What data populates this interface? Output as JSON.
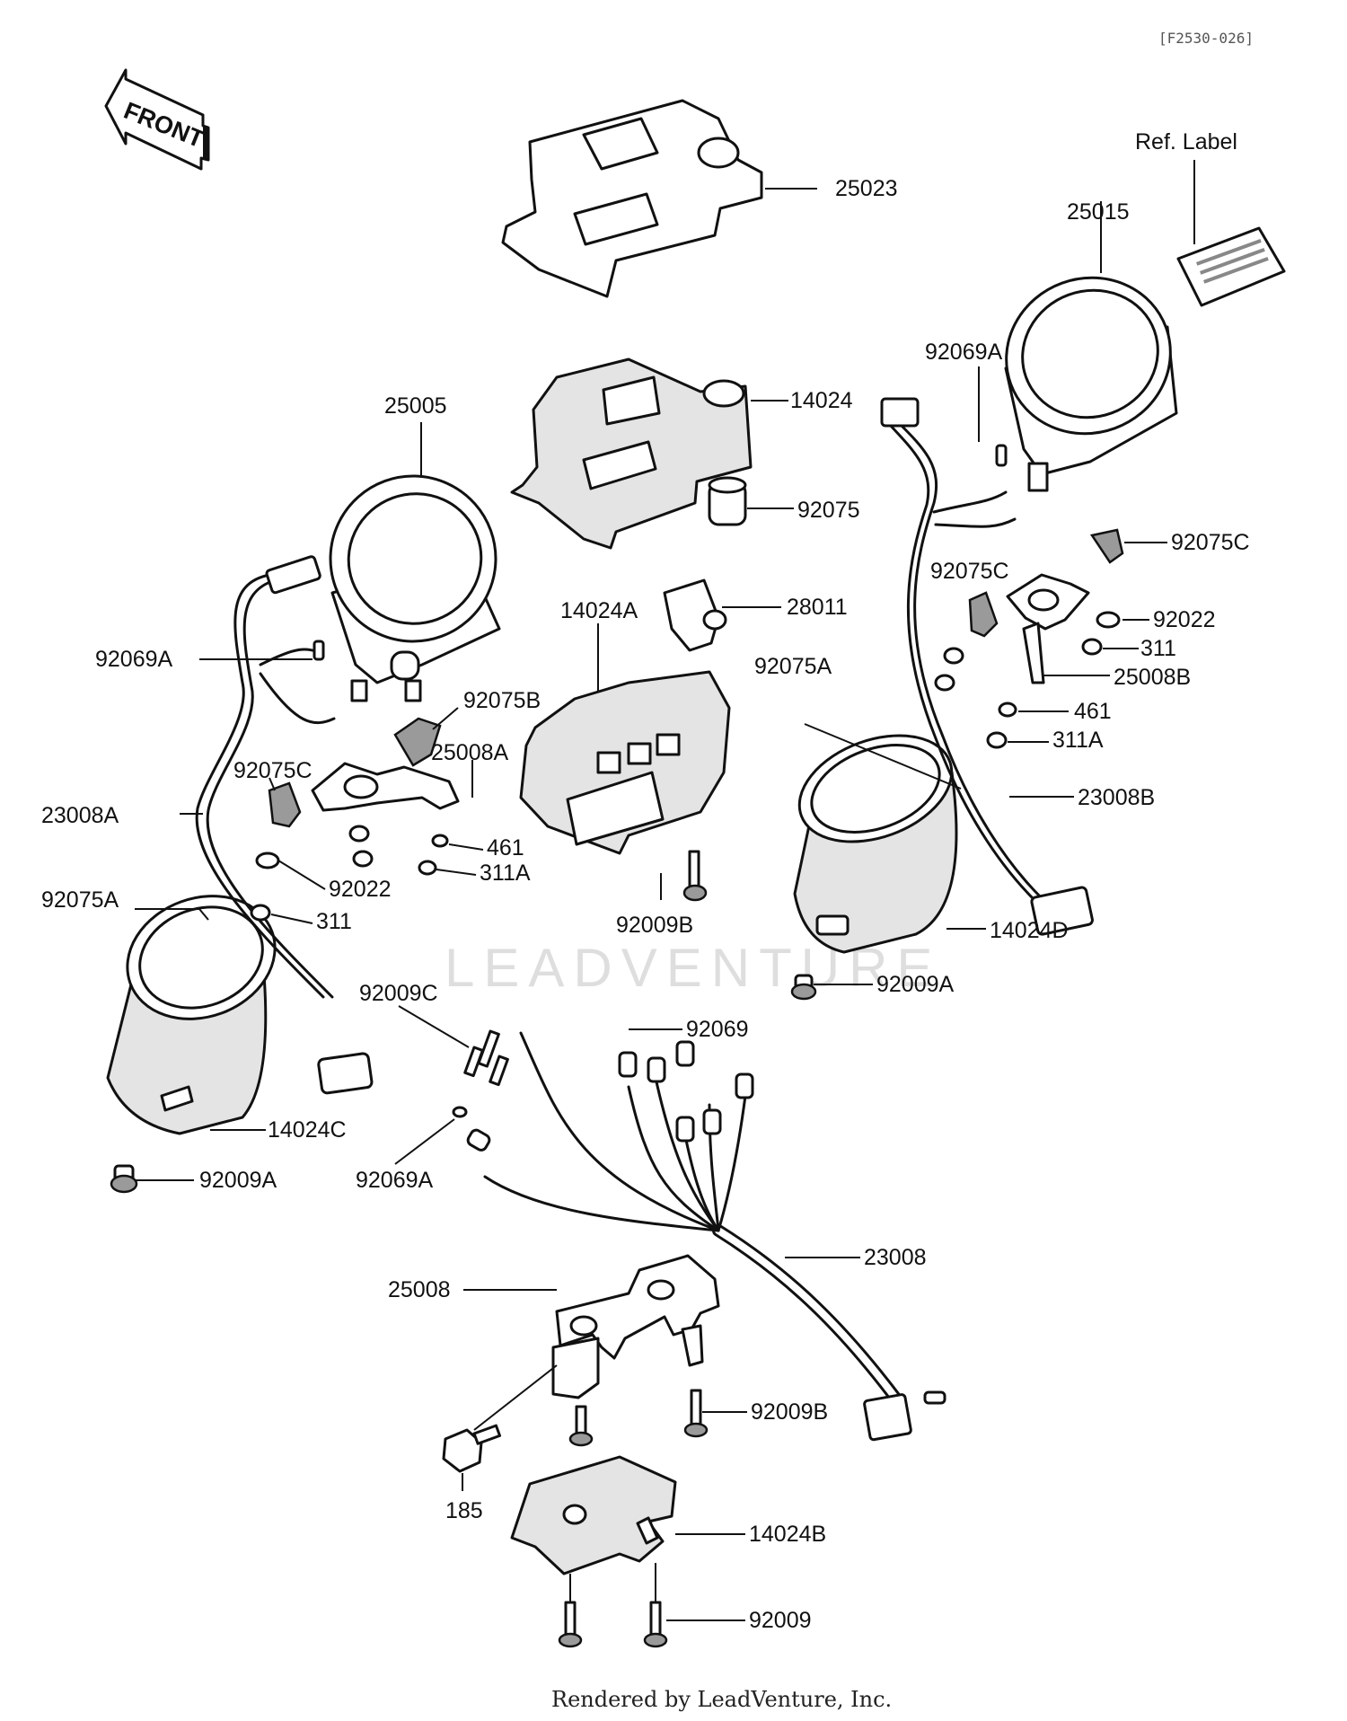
{
  "diagram_code": "[F2530-026]",
  "front_label": "FRONT",
  "ref_label": "Ref. Label",
  "watermark": "LEADVENTURE",
  "footer": "Rendered by LeadVenture, Inc.",
  "parts": {
    "p25023": "25023",
    "p25015": "25015",
    "p14024": "14024",
    "p92069A_r": "92069A",
    "p25005": "25005",
    "p92075": "92075",
    "p92075C_r": "92075C",
    "p92075C_rb": "92075C",
    "p14024A": "14024A",
    "p28011": "28011",
    "p92022_r": "92022",
    "p311_r": "311",
    "p92069A_l": "92069A",
    "p92075A_r": "92075A",
    "p25008B": "25008B",
    "p92075B": "92075B",
    "p461_r": "461",
    "p25008A": "25008A",
    "p311A_r": "311A",
    "p92075C_l": "92075C",
    "p23008A": "23008A",
    "p23008B": "23008B",
    "p461_l": "461",
    "p311A_l": "311A",
    "p92022_l": "92022",
    "p92075A_l": "92075A",
    "p311_l": "311",
    "p92009B_c": "92009B",
    "p14024D": "14024D",
    "p92009C": "92009C",
    "p92009A_r": "92009A",
    "p92069": "92069",
    "p14024C": "14024C",
    "p92009A_l": "92009A",
    "p92069A_c": "92069A",
    "p23008": "23008",
    "p25008": "25008",
    "p92009B_b": "92009B",
    "p185": "185",
    "p14024B": "14024B",
    "p92009": "92009"
  }
}
